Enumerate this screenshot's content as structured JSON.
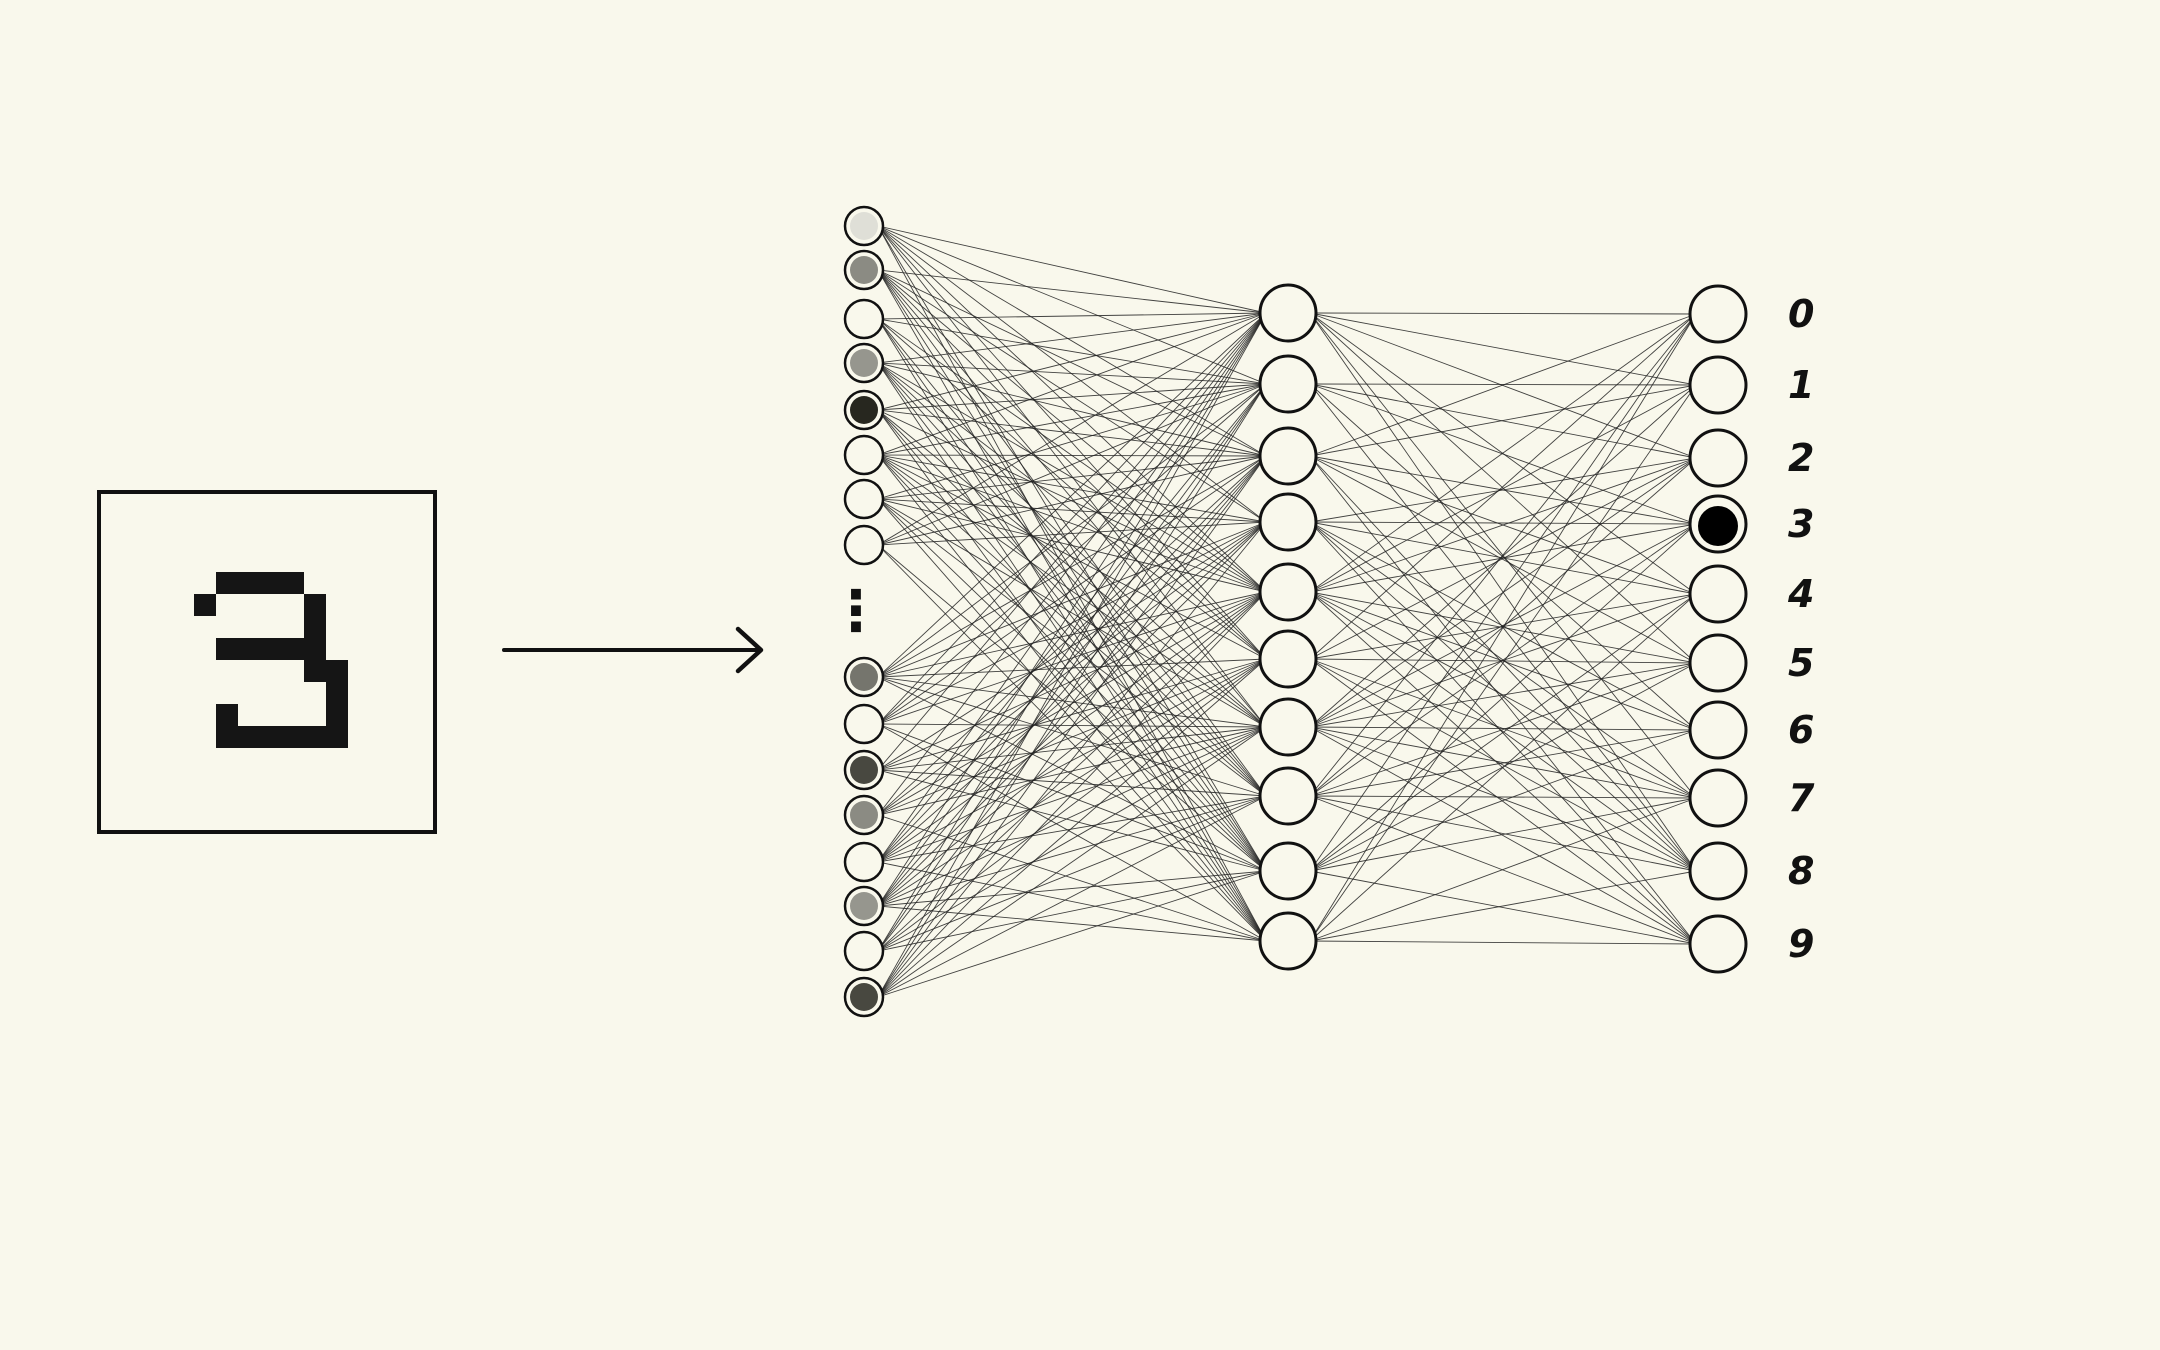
{
  "colors": {
    "background": "#f9f8ec",
    "ink": "#111111",
    "edge": "#222222"
  },
  "input_image": {
    "shows_digit": "3"
  },
  "input_layer": {
    "activations_top": [
      0.12,
      0.5,
      0.0,
      0.45,
      0.95,
      0.0,
      0.0,
      0.0
    ],
    "activations_bottom": [
      0.6,
      0.0,
      0.8,
      0.5,
      0.0,
      0.45,
      0.0,
      0.8
    ],
    "ellipsis": "⋮"
  },
  "hidden_layer": {
    "neuron_count": 10
  },
  "output_layer": {
    "labels": [
      "0",
      "1",
      "2",
      "3",
      "4",
      "5",
      "6",
      "7",
      "8",
      "9"
    ],
    "activations": [
      0,
      0,
      0,
      1,
      0,
      0,
      0,
      0,
      0,
      0
    ]
  }
}
